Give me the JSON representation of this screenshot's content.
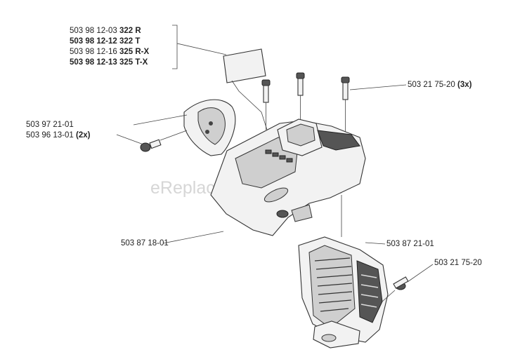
{
  "watermark": "eReplacementParts.com",
  "labels": {
    "decal_1": {
      "num": "503 98 12-03",
      "desc": "322 R"
    },
    "decal_2": {
      "num": "503 98 12-12",
      "desc": "322 T"
    },
    "decal_3": {
      "num": "503 98 12-16",
      "desc": "325 R-X"
    },
    "decal_4": {
      "num": "503 98 12-13",
      "desc": "325 T-X"
    },
    "screw_top": {
      "num": "503 21 75-20",
      "qty": "(3x)"
    },
    "cover": {
      "num": "503 97 21-01"
    },
    "small_screw": {
      "num": "503 96 13-01",
      "qty": "(2x)"
    },
    "housing": {
      "num": "503 87 18-01"
    },
    "vent": {
      "num": "503 87 21-01"
    },
    "screw_single": {
      "num": "503 21 75-20"
    }
  }
}
